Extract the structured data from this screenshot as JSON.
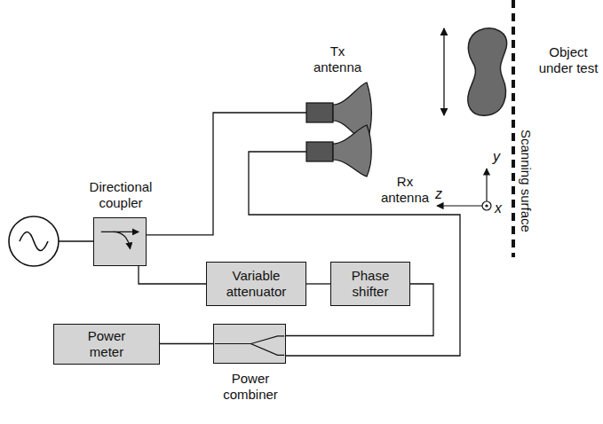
{
  "diagram": {
    "nodes": [
      {
        "text": [
          "Tx antenna"
        ]
      },
      {
        "text": [
          "Rx antenna"
        ]
      },
      {
        "text": [
          "Object under test"
        ]
      },
      {
        "text": [
          "Directional coupler"
        ]
      },
      {
        "text": [
          "Variable attenuator"
        ]
      },
      {
        "text": [
          "Phase shifter"
        ]
      },
      {
        "text": [
          "Power meter"
        ]
      },
      {
        "text": [
          "Power combiner"
        ]
      }
    ],
    "edges": [
      {
        "from": 3,
        "to": 0,
        "arrow": "none"
      },
      {
        "from": 3,
        "to": 4,
        "arrow": "none"
      },
      {
        "from": 4,
        "to": 5,
        "arrow": "none"
      },
      {
        "from": 5,
        "to": 7,
        "arrow": "none"
      },
      {
        "from": 1,
        "to": 7,
        "arrow": "none"
      },
      {
        "from": 7,
        "to": 6,
        "arrow": "none"
      }
    ],
    "labels": [
      "Scanning surface",
      "y",
      "z",
      "x"
    ]
  }
}
